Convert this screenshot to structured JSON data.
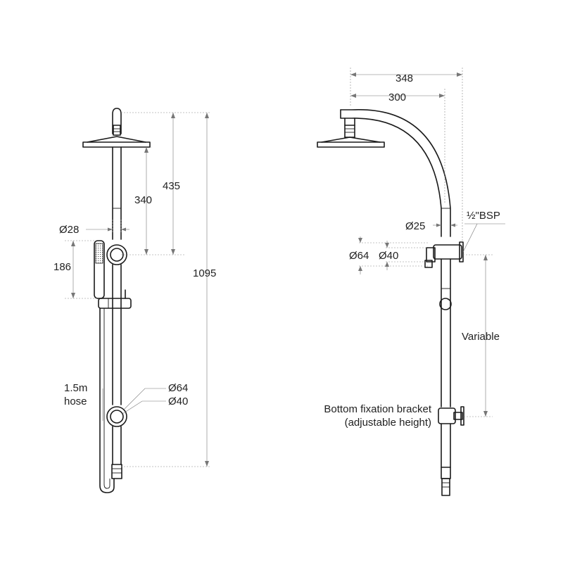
{
  "front_view": {
    "dim_overall_height": "1095",
    "dim_head_to_bracket": "435",
    "dim_arm_length": "340",
    "dim_rail_diameter": "Ø28",
    "dim_handshower_length": "186",
    "hose_label_line1": "1.5m",
    "hose_label_line2": "hose",
    "flange_outer_diameter": "Ø64",
    "flange_inner_diameter": "Ø40"
  },
  "side_view": {
    "dim_overall_projection": "348",
    "dim_head_projection": "300",
    "dim_arm_diameter": "Ø25",
    "thread_label": "½\"BSP",
    "flange_outer_diameter": "Ø64",
    "flange_inner_diameter": "Ø40",
    "variable_label": "Variable",
    "bracket_label_line1": "Bottom fixation bracket",
    "bracket_label_line2": "(adjustable height)"
  }
}
